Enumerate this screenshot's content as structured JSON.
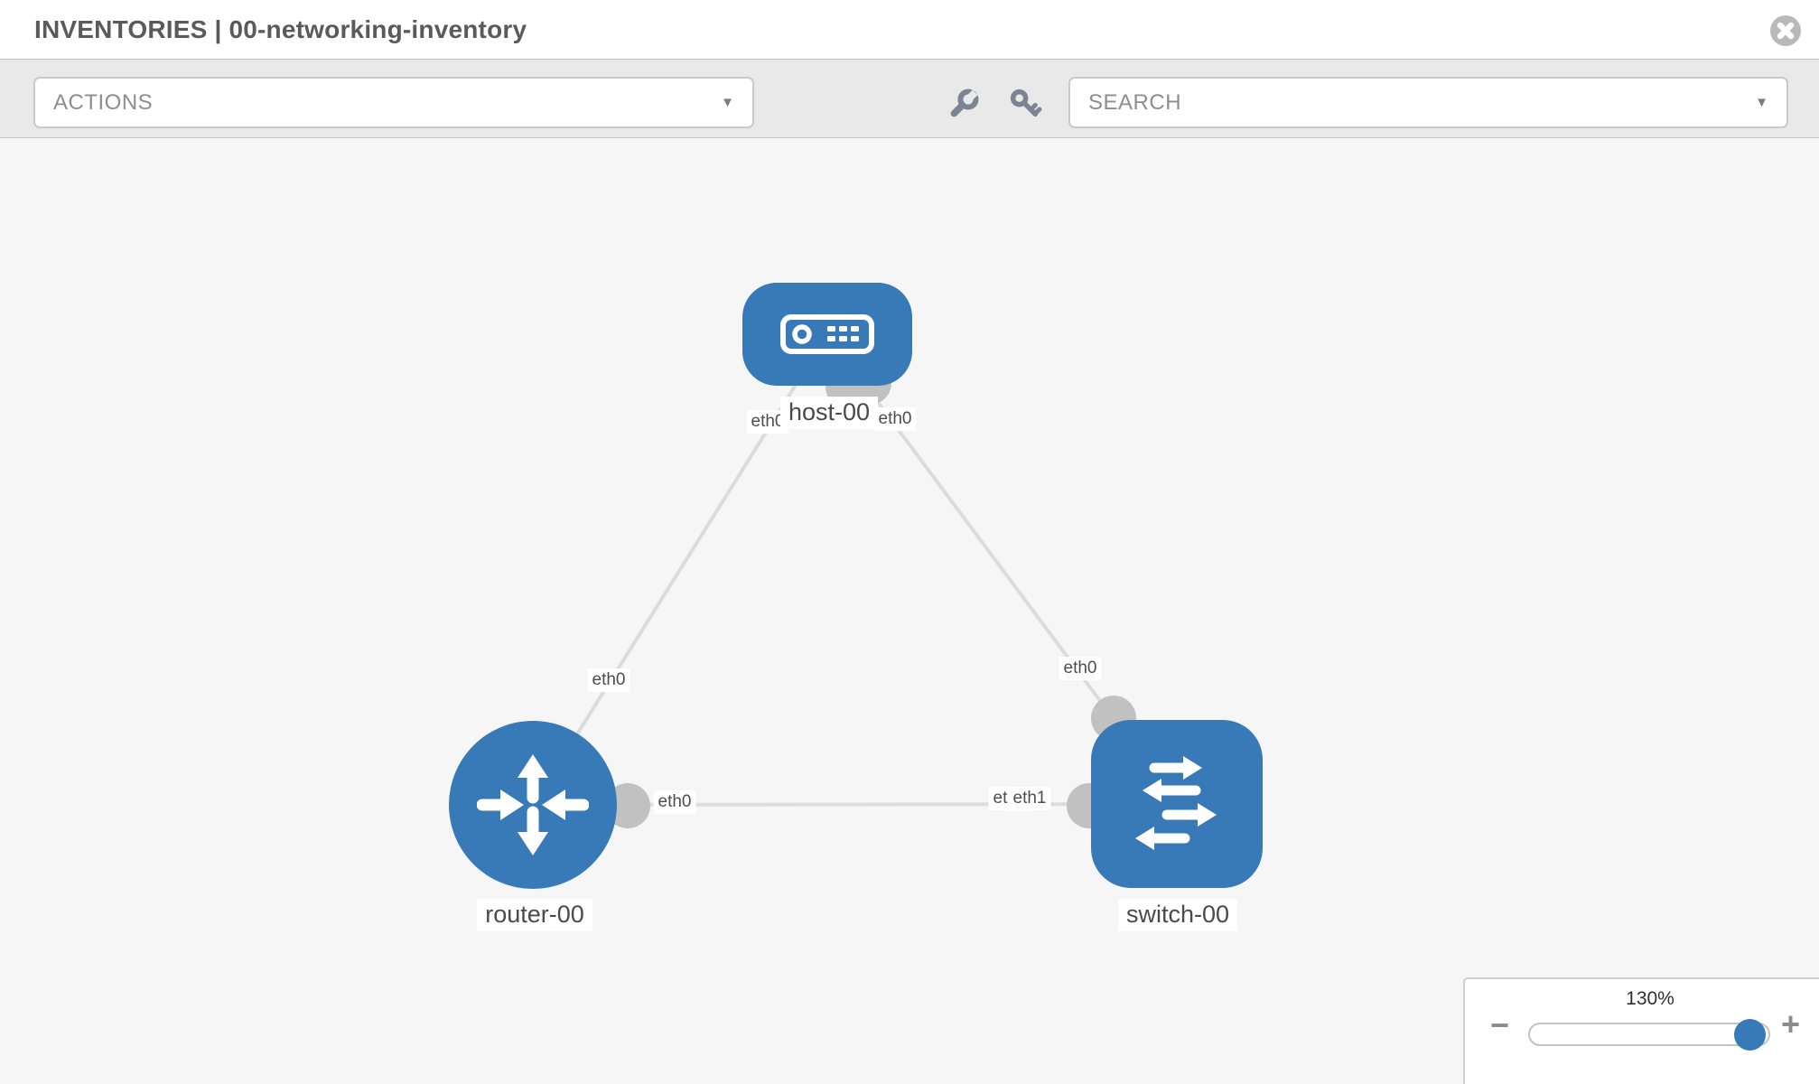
{
  "header": {
    "title": "INVENTORIES | 00-networking-inventory"
  },
  "toolbar": {
    "actions": {
      "label": "ACTIONS"
    },
    "search": {
      "label": "SEARCH"
    },
    "icons": [
      {
        "name": "wrench-icon"
      },
      {
        "name": "key-icon"
      }
    ]
  },
  "canvas": {
    "nodes": [
      {
        "label": "host-00",
        "type": "host"
      },
      {
        "label": "router-00",
        "type": "router"
      },
      {
        "label": "switch-00",
        "type": "switch"
      }
    ],
    "links": [
      {
        "from": "host-00",
        "to": "router-00"
      },
      {
        "from": "host-00",
        "to": "switch-00"
      },
      {
        "from": "router-00",
        "to": "switch-00"
      }
    ],
    "interface_labels": [
      {
        "text": "eth0",
        "node": "host-00",
        "link_to": "router-00"
      },
      {
        "text": "eth0",
        "node": "host-00",
        "link_to": "switch-00"
      },
      {
        "text": "eth0",
        "node": "router-00",
        "link_to": "host-00"
      },
      {
        "text": "eth0",
        "node": "router-00",
        "link_to": "switch-00"
      },
      {
        "text": "eth1",
        "node": "switch-00",
        "link_to": "router-00"
      },
      {
        "text": "eth1",
        "node": "switch-00",
        "link_to": "router-00"
      },
      {
        "text": "eth0",
        "node": "switch-00",
        "link_to": "host-00"
      }
    ]
  },
  "zoom_control": {
    "value": "130%",
    "minus": "−",
    "plus": "+"
  },
  "colors": {
    "node_blue": "#3879b7",
    "link_gray": "#dcdcdc",
    "port_gray": "#c1c1c1",
    "canvas_bg": "#f6f6f6",
    "toolbar_bg": "#e9e9e9"
  }
}
